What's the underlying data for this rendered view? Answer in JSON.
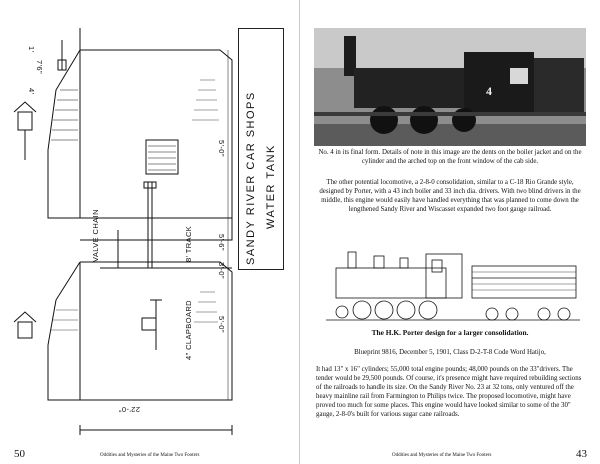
{
  "left_page": {
    "title_line1": "SANDY RIVER CAR SHOPS",
    "title_line2": "WATER TANK",
    "labels": {
      "valve_chain": "VALVE CHAIN",
      "track": "8' TRACK",
      "clapboard": "4\" CLAPBOARD",
      "dim_a": "5'-0\"",
      "dim_b": "5'-6\"",
      "dim_c": "3'-0\"",
      "dim_d": "5'-0\"",
      "dim_bottom": "22'-0\"",
      "dim_top_a": "1'",
      "dim_top_b": "7'6\"",
      "dim_top_c": "4'"
    },
    "page_number": "50",
    "footer": "Oddities and Mysteries of the Maine Two Footers"
  },
  "right_page": {
    "photo_number": "4",
    "caption": "No. 4 in its final form. Details of note in this image are the dents on the boiler jacket and on the cylinder and the arched top on the front window of the cab side.",
    "paragraph": "The other potential locomotive, a 2-8-0 consolidation, similar to a C-18 Rio Grande style, designed by Porter, with a 43 inch boiler and 33 inch dia. drivers. With two blind drivers in the middle, this engine would easily have handled everything that was planned to come down the lengthened Sandy River and Wiscasset expanded two foot gauge railroad.",
    "drawing_caption": "The H.K. Porter design for a larger consolidation.",
    "blueprint_line": "Blueprint 9816, December 5, 1901, Class D-2-T-8 Code Word Hatijo,",
    "last_paragraph": "It had 13\" x 16\" cylinders; 55,000 total engine pounds; 48,000 pounds on the 33\"drivers. The tender would be 29,500 pounds. Of course, it's presence might have required rebuilding sections of the railroads to handle its size. On the Sandy River No. 23 at 32 tons, only ventured off the heavy mainline rail from Farmington to Philips twice.  The proposed locomotive, might have proved too much for some places. This engine would have looked similar to some of the 30\" gauge, 2-8-0's built for various sugar cane railroads.",
    "page_number": "43",
    "footer": "Oddities and Mysteries of the Maine Two Footers"
  }
}
